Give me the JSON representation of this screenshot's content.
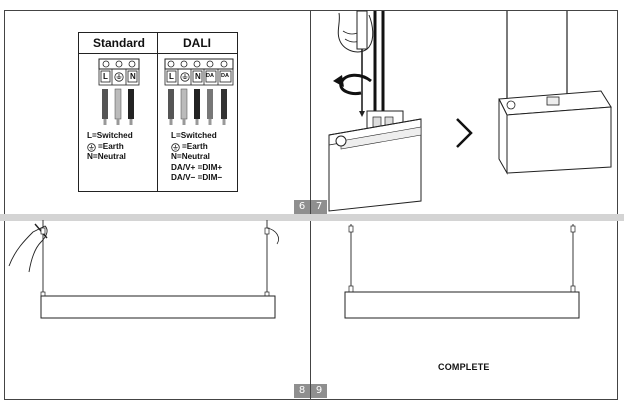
{
  "pages": {
    "p6": "6",
    "p7": "7",
    "p8": "8",
    "p9": "9"
  },
  "wiring": {
    "standard": {
      "title": "Standard",
      "terminals": [
        "L",
        "N"
      ],
      "legend": [
        "L=Switched",
        "=Earth",
        "N=Neutral"
      ]
    },
    "dali": {
      "title": "DALI",
      "terminals": [
        "L",
        "N",
        "DA",
        "DA"
      ],
      "legend": [
        "L=Switched",
        "=Earth",
        "N=Neutral",
        "DA/V+ =DIM+",
        "DA/V− =DIM−"
      ]
    }
  },
  "step9": {
    "status": "COMPLETE"
  },
  "icons": [
    "earth-symbol-icon",
    "screwdriver-icon",
    "rotate-arrow-icon",
    "next-chevron-icon"
  ]
}
